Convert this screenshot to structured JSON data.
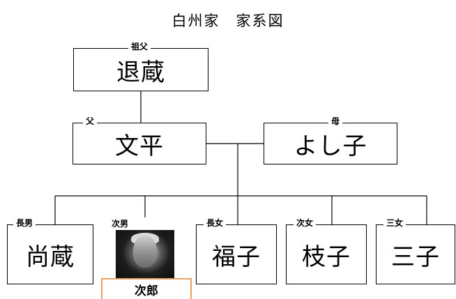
{
  "title": "白州家　家系図",
  "grandfather": {
    "role": "祖父",
    "name": "退蔵"
  },
  "father": {
    "role": "父",
    "name": "文平"
  },
  "mother": {
    "role": "母",
    "name": "よし子"
  },
  "children": [
    {
      "role": "長男",
      "name": "尚蔵"
    },
    {
      "role": "次男",
      "name": "次郎"
    },
    {
      "role": "長女",
      "name": "福子"
    },
    {
      "role": "次女",
      "name": "枝子"
    },
    {
      "role": "三女",
      "name": "三子"
    }
  ],
  "colors": {
    "line": "#000000",
    "highlight_border": "#e8a060"
  }
}
